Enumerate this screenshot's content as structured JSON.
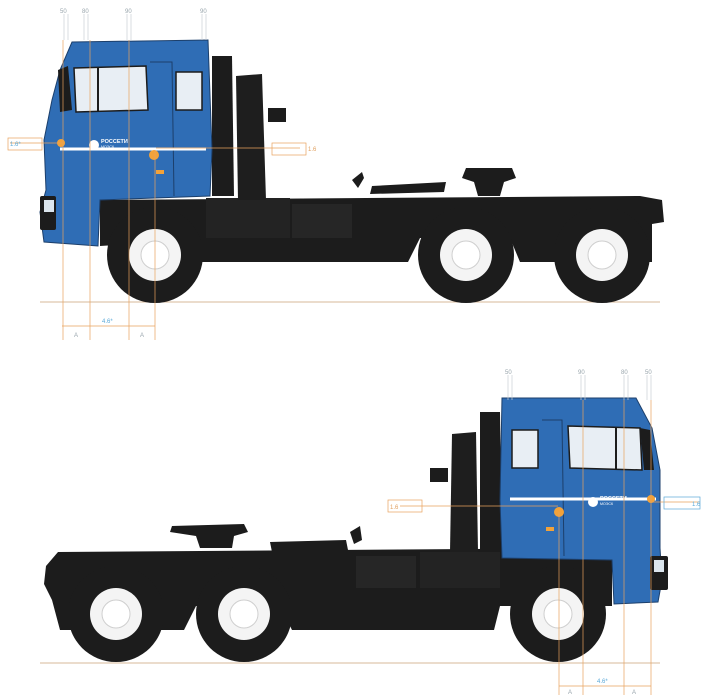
{
  "colors": {
    "cab": "#2f6db5",
    "chassis": "#1c1c1c",
    "stripe": "#ffffff",
    "marker": "#f2a23a",
    "dimension_line": "#e8a25c",
    "dimension_label_blue": "#5aa9d8",
    "ground_line": "#d7b89a"
  },
  "truck_left": {
    "top_dims": [
      "50",
      "80",
      "90",
      "90"
    ],
    "side_dim_left": "1.6*",
    "side_dim_right": "1.6",
    "logo_title": "РОССЕТИ",
    "logo_subtitle": "МОЭСК",
    "bottom_dim": "4.6*",
    "bottom_mark_1": "A",
    "bottom_mark_2": "A"
  },
  "truck_right": {
    "top_dims": [
      "50",
      "90",
      "80",
      "50"
    ],
    "side_dim_left": "1.6",
    "side_dim_right": "1.6",
    "logo_title": "РОССЕТИ",
    "logo_subtitle": "МОЭСК",
    "bottom_dim": "4.6*",
    "bottom_mark_1": "A",
    "bottom_mark_2": "A"
  }
}
